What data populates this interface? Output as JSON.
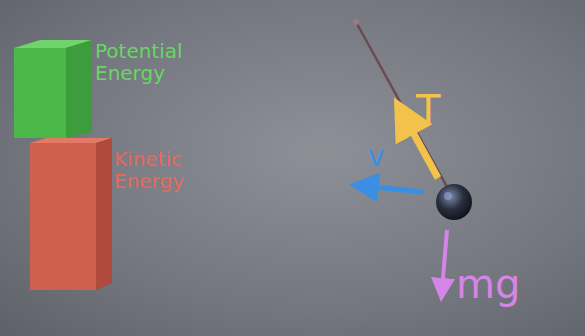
{
  "diagram": {
    "labels": [
      "Potential Energy",
      "Kinetic Energy",
      "T",
      "v",
      "mg"
    ]
  }
}
